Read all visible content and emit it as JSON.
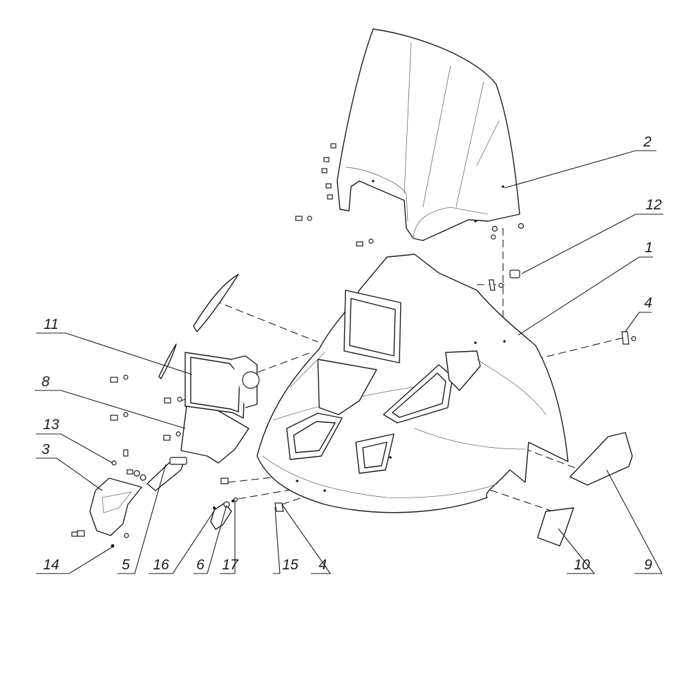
{
  "callouts": {
    "c1": "1",
    "c2": "2",
    "c3": "3",
    "c4a": "4",
    "c4b": "4",
    "c5": "5",
    "c6": "6",
    "c8": "8",
    "c9": "9",
    "c10": "10",
    "c11": "11",
    "c12": "12",
    "c13": "13",
    "c14": "14",
    "c15": "15",
    "c16": "16",
    "c17": "17"
  }
}
